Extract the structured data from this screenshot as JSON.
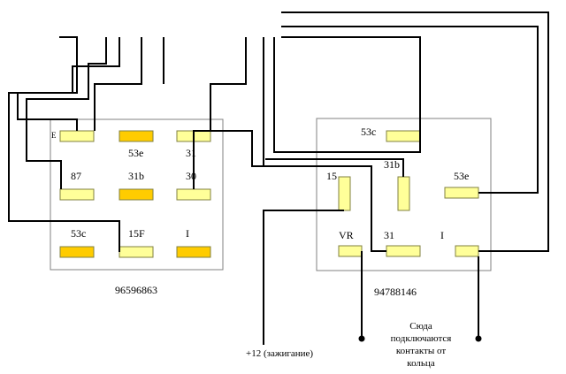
{
  "left_relay": {
    "part_number": "96596863",
    "pins": {
      "e": "E",
      "p53e": "53e",
      "p31": "31",
      "p87": "87",
      "p31b": "31b",
      "p30": "30",
      "p53c": "53c",
      "p15f": "15F",
      "pI": "I"
    }
  },
  "right_relay": {
    "part_number": "94788146",
    "pins": {
      "p53c": "53c",
      "p31b": "31b",
      "p15": "15",
      "p53e": "53e",
      "vr": "VR",
      "p31": "31",
      "pI": "I"
    }
  },
  "annotations": {
    "ignition": "+12 (зажигание)",
    "ring_line1": "Сюда",
    "ring_line2": "подключаются",
    "ring_line3": "контакты от",
    "ring_line4": "кольца"
  },
  "colors": {
    "pin_light": "#ffff99",
    "pin_dark": "#ffcc00",
    "pin_border": "#808040",
    "wire": "#000000"
  }
}
